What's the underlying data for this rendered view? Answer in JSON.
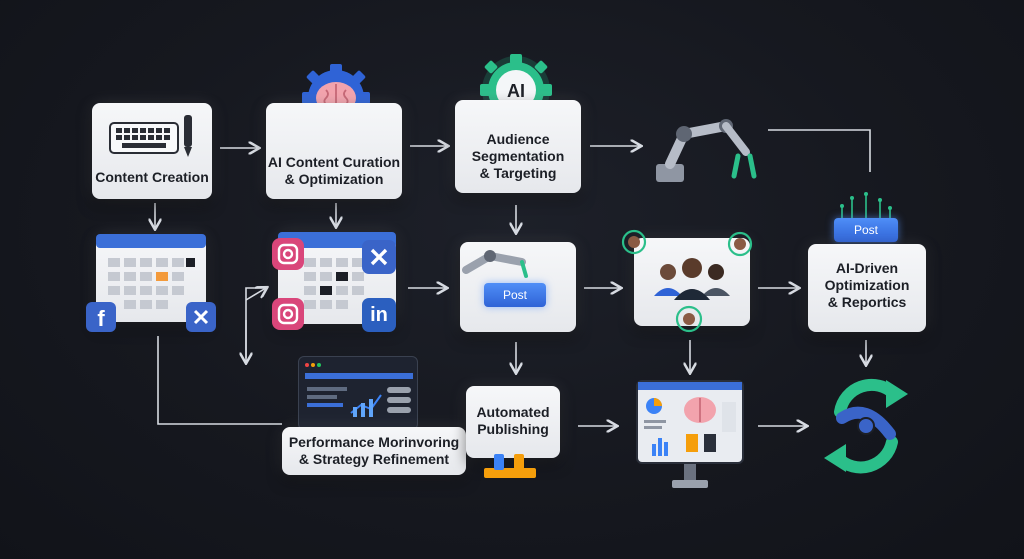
{
  "nodes": {
    "content_creation": "Content Creation",
    "ai_curation": "AI Content Curation\n& Optimization",
    "audience": "Audience\nSegmentation\n& Targeting",
    "automated_publishing": "Automated\nPublishing",
    "performance": "Performance Morinvoring\n& Strategy Refinement",
    "ai_driven": "AI-Driven\nOptimization\n& Reportics"
  },
  "badges": {
    "ai_chip": "AI",
    "post_robot": "Post",
    "post_report": "Post",
    "social_linkedin": "in"
  },
  "colors": {
    "background": "#16181f",
    "card": "#eef0f3",
    "accent_blue": "#2f63d6",
    "accent_green": "#2bbf8a",
    "arrow": "#d7dbe2"
  },
  "icons": [
    "keyboard-icon",
    "pen-icon",
    "brain-gear-icon",
    "ai-chip-icon",
    "robot-arm-icon",
    "calendar-icon",
    "facebook-icon",
    "x-icon",
    "instagram-icon",
    "linkedin-icon",
    "audience-group-icon",
    "target-icon",
    "dashboard-icon",
    "monitor-icon",
    "cycle-icon"
  ]
}
